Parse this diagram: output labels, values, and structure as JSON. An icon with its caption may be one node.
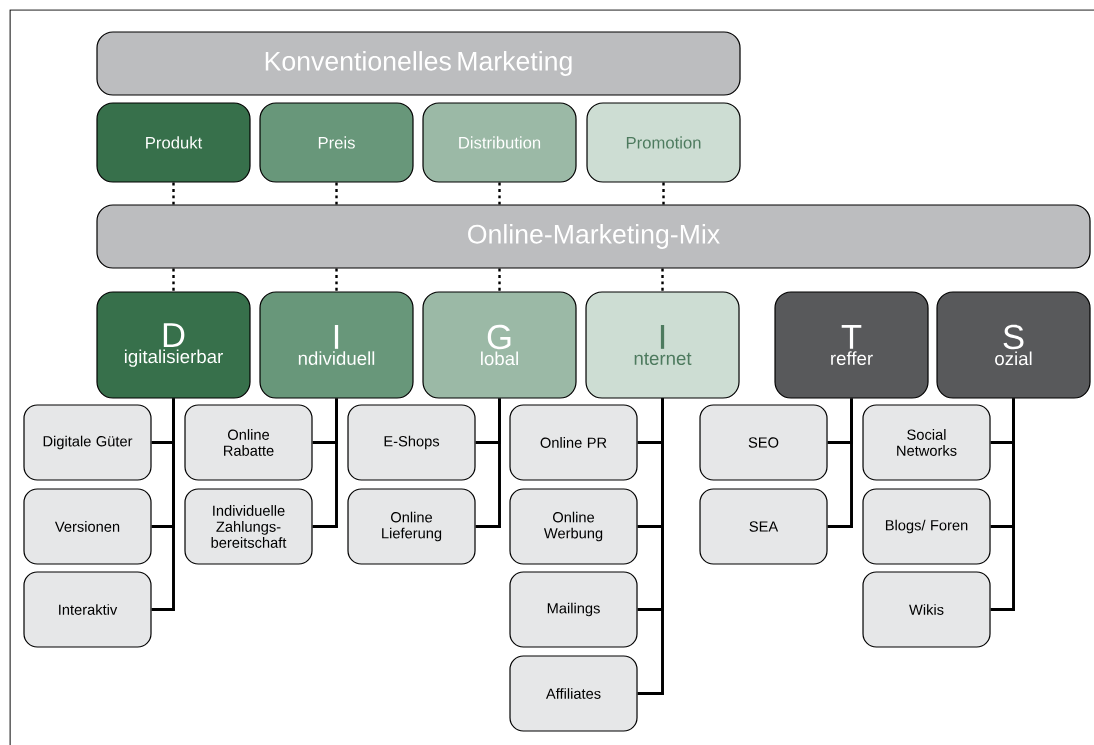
{
  "diagram": {
    "nodes": [
      {
        "text": [
          "Konventionelles Marketing"
        ]
      },
      {
        "text": [
          "Produkt"
        ]
      },
      {
        "text": [
          "Preis"
        ]
      },
      {
        "text": [
          "Distribution"
        ]
      },
      {
        "text": [
          "Promotion"
        ]
      },
      {
        "text": [
          "Online-Marketing-Mix"
        ]
      },
      {
        "text": [
          "D",
          "igitalisierbar"
        ]
      },
      {
        "text": [
          "I",
          "ndividuell"
        ]
      },
      {
        "text": [
          "G",
          "lobal"
        ]
      },
      {
        "text": [
          "I",
          "nternet"
        ]
      },
      {
        "text": [
          "T",
          "reffer"
        ]
      },
      {
        "text": [
          "S",
          "ozial"
        ]
      },
      {
        "text": [
          "Digitale Güter"
        ]
      },
      {
        "text": [
          "Versionen"
        ]
      },
      {
        "text": [
          "Interaktiv"
        ]
      },
      {
        "text": [
          "Online Rabatte"
        ]
      },
      {
        "text": [
          "Individuelle Zahlungs-bereitschaft"
        ]
      },
      {
        "text": [
          "E-Shops"
        ]
      },
      {
        "text": [
          "Online Lieferung"
        ]
      },
      {
        "text": [
          "Online PR"
        ]
      },
      {
        "text": [
          "Online Werbung"
        ]
      },
      {
        "text": [
          "Mailings"
        ]
      },
      {
        "text": [
          "Affiliates"
        ]
      },
      {
        "text": [
          "SEO"
        ]
      },
      {
        "text": [
          "SEA"
        ]
      },
      {
        "text": [
          "Social Networks"
        ]
      },
      {
        "text": [
          "Blogs/ Foren"
        ]
      },
      {
        "text": [
          "Wikis"
        ]
      }
    ],
    "edges": [
      {
        "from": 1,
        "to": 5,
        "arrow": "none",
        "style": "dashed"
      },
      {
        "from": 2,
        "to": 5,
        "arrow": "none",
        "style": "dashed"
      },
      {
        "from": 3,
        "to": 5,
        "arrow": "none",
        "style": "dashed"
      },
      {
        "from": 4,
        "to": 5,
        "arrow": "none",
        "style": "dashed"
      },
      {
        "from": 5,
        "to": 6,
        "arrow": "none",
        "style": "dashed"
      },
      {
        "from": 5,
        "to": 7,
        "arrow": "none",
        "style": "dashed"
      },
      {
        "from": 5,
        "to": 8,
        "arrow": "none",
        "style": "dashed"
      },
      {
        "from": 5,
        "to": 9,
        "arrow": "none",
        "style": "dashed"
      },
      {
        "from": 6,
        "to": 12,
        "arrow": "none"
      },
      {
        "from": 6,
        "to": 13,
        "arrow": "none"
      },
      {
        "from": 6,
        "to": 14,
        "arrow": "none"
      },
      {
        "from": 7,
        "to": 15,
        "arrow": "none"
      },
      {
        "from": 7,
        "to": 16,
        "arrow": "none"
      },
      {
        "from": 8,
        "to": 17,
        "arrow": "none"
      },
      {
        "from": 8,
        "to": 18,
        "arrow": "none"
      },
      {
        "from": 9,
        "to": 19,
        "arrow": "none"
      },
      {
        "from": 9,
        "to": 20,
        "arrow": "none"
      },
      {
        "from": 9,
        "to": 21,
        "arrow": "none"
      },
      {
        "from": 9,
        "to": 22,
        "arrow": "none"
      },
      {
        "from": 10,
        "to": 23,
        "arrow": "none"
      },
      {
        "from": 10,
        "to": 24,
        "arrow": "none"
      },
      {
        "from": 11,
        "to": 25,
        "arrow": "none"
      },
      {
        "from": 11,
        "to": 26,
        "arrow": "none"
      },
      {
        "from": 11,
        "to": 27,
        "arrow": "none"
      }
    ]
  }
}
